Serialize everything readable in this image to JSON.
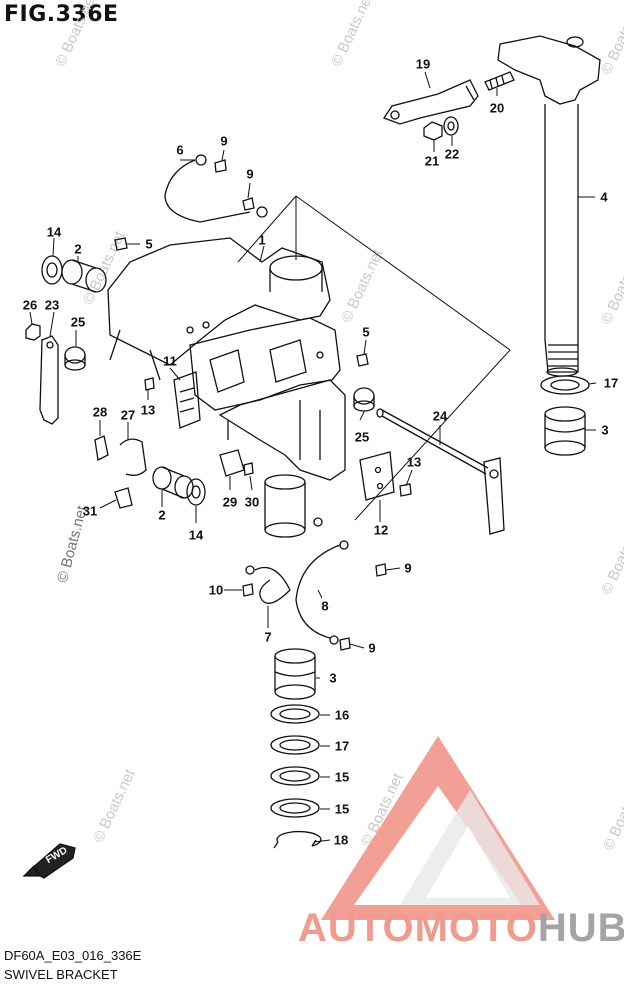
{
  "header": {
    "figure": "FIG.336E"
  },
  "footer": {
    "code": "DF60A_E03_016_336E",
    "name": "SWIVEL BRACKET"
  },
  "watermark": {
    "text": "© Boats.net"
  },
  "brand": {
    "part1": "AUTOMOTO",
    "part2": "HUB",
    "colors": {
      "part1": "#f19a8f",
      "part2": "#a4a4a4"
    }
  },
  "fwd": {
    "label": "FWD"
  },
  "callouts": [
    {
      "id": "c1",
      "label": "1"
    },
    {
      "id": "c2a",
      "label": "2"
    },
    {
      "id": "c2b",
      "label": "2"
    },
    {
      "id": "c3a",
      "label": "3"
    },
    {
      "id": "c3b",
      "label": "3"
    },
    {
      "id": "c4",
      "label": "4"
    },
    {
      "id": "c5a",
      "label": "5"
    },
    {
      "id": "c5b",
      "label": "5"
    },
    {
      "id": "c6",
      "label": "6"
    },
    {
      "id": "c7",
      "label": "7"
    },
    {
      "id": "c8",
      "label": "8"
    },
    {
      "id": "c9a",
      "label": "9"
    },
    {
      "id": "c9b",
      "label": "9"
    },
    {
      "id": "c9c",
      "label": "9"
    },
    {
      "id": "c9d",
      "label": "9"
    },
    {
      "id": "c10",
      "label": "10"
    },
    {
      "id": "c11",
      "label": "11"
    },
    {
      "id": "c12",
      "label": "12"
    },
    {
      "id": "c13a",
      "label": "13"
    },
    {
      "id": "c13b",
      "label": "13"
    },
    {
      "id": "c14a",
      "label": "14"
    },
    {
      "id": "c14b",
      "label": "14"
    },
    {
      "id": "c15a",
      "label": "15"
    },
    {
      "id": "c15b",
      "label": "15"
    },
    {
      "id": "c16",
      "label": "16"
    },
    {
      "id": "c17a",
      "label": "17"
    },
    {
      "id": "c17b",
      "label": "17"
    },
    {
      "id": "c18",
      "label": "18"
    },
    {
      "id": "c19",
      "label": "19"
    },
    {
      "id": "c20",
      "label": "20"
    },
    {
      "id": "c21",
      "label": "21"
    },
    {
      "id": "c22",
      "label": "22"
    },
    {
      "id": "c23",
      "label": "23"
    },
    {
      "id": "c24",
      "label": "24"
    },
    {
      "id": "c25a",
      "label": "25"
    },
    {
      "id": "c25b",
      "label": "25"
    },
    {
      "id": "c26",
      "label": "26"
    },
    {
      "id": "c27",
      "label": "27"
    },
    {
      "id": "c28",
      "label": "28"
    },
    {
      "id": "c29",
      "label": "29"
    },
    {
      "id": "c30",
      "label": "30"
    },
    {
      "id": "c31",
      "label": "31"
    }
  ]
}
